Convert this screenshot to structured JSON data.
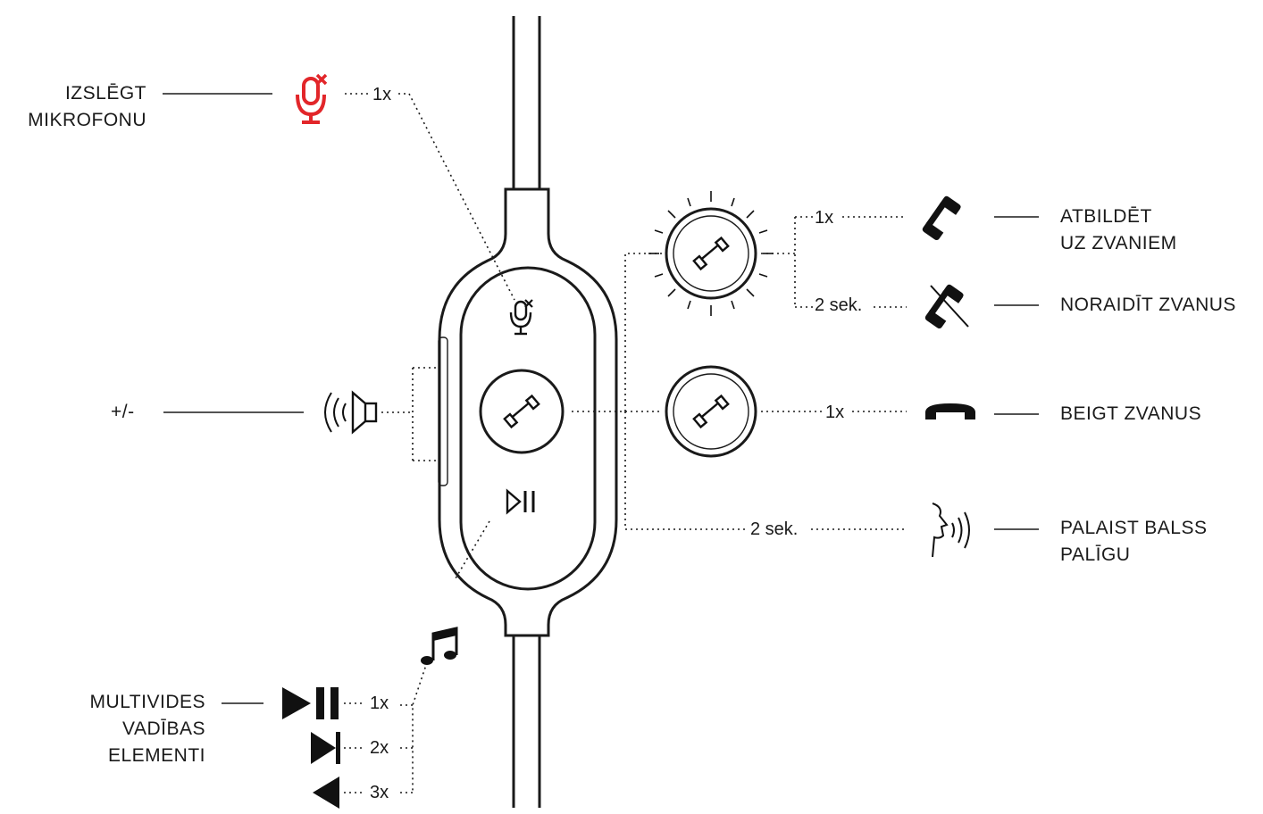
{
  "labels": {
    "mute_line1": "IZSLĒGT",
    "mute_line2": "MIKROFONU",
    "volume": "+/-",
    "answer_line1": "ATBILDĒT",
    "answer_line2": "UZ ZVANIEM",
    "reject": "NORAIDĪT ZVANUS",
    "end": "BEIGT ZVANUS",
    "assistant_line1": "PALAIST BALSS",
    "assistant_line2": "PALĪGU",
    "media_line1": "MULTIVIDES",
    "media_line2": "VADĪBAS",
    "media_line3": "ELEMENTI"
  },
  "counts": {
    "mute": "1x",
    "answer": "1x",
    "reject": "2 sek.",
    "end": "1x",
    "assistant": "2 sek.",
    "media_play": "1x",
    "media_next": "2x",
    "media_prev": "3x"
  },
  "icons": [
    "mic-mute-icon",
    "speaker-volume-icon",
    "phone-icon",
    "play-pause-icon",
    "music-note-icon",
    "phone-reject-icon",
    "phone-hangup-icon",
    "voice-assistant-icon",
    "next-track-icon",
    "previous-track-icon"
  ],
  "colors": {
    "mute_accent": "#e2262a",
    "ink": "#1a1a1a"
  }
}
